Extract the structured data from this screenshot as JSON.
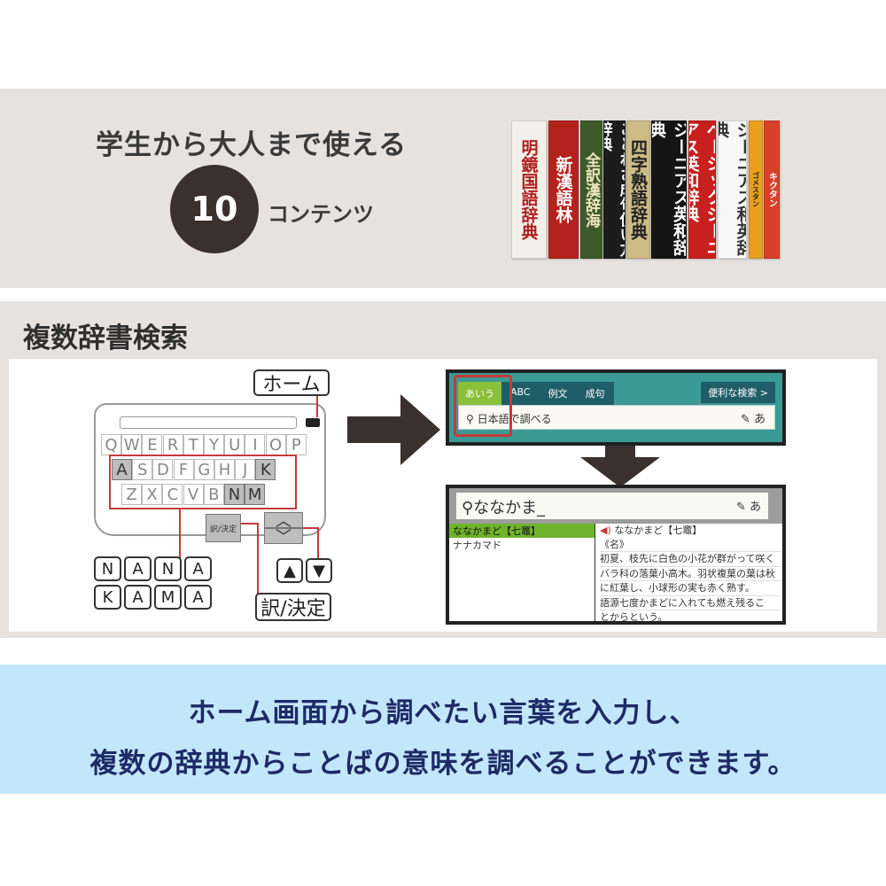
{
  "hero": {
    "headline": "学生から大人まで使える",
    "count": "10",
    "count_suffix": "コンテンツ"
  },
  "books": [
    {
      "title": "明鏡国語辞典",
      "bg": "#f3f0ea",
      "fg": "#b02020"
    },
    {
      "title": "新漢語林",
      "bg": "#b5211d",
      "fg": "#ffffff"
    },
    {
      "title": "全訳漢辞海",
      "bg": "#3f5a2a",
      "fg": "#f2e6c0"
    },
    {
      "title": "ことわざ成句使い方辞典",
      "bg": "#1c1c1c",
      "fg": "#ffffff"
    },
    {
      "title": "四字熟語辞典",
      "bg": "#cdbb86",
      "fg": "#222222"
    },
    {
      "title": "ジーニアス英和辞典",
      "bg": "#151515",
      "fg": "#ffffff"
    },
    {
      "title": "ベーシックジーニアス英和辞典",
      "bg": "#c8201e",
      "fg": "#ffffff"
    },
    {
      "title": "ジーニアス和英辞典",
      "bg": "#f7f7f7",
      "fg": "#333333"
    },
    {
      "title": "ゴメスタン",
      "bg": "#e8a01c",
      "fg": "#222222"
    },
    {
      "title": "キクタン",
      "bg": "#d9402a",
      "fg": "#ffffff"
    }
  ],
  "section": {
    "title": "複数辞書検索"
  },
  "keyboard": {
    "home_label": "ホーム",
    "row1": [
      "Q",
      "W",
      "E",
      "R",
      "T",
      "Y",
      "U",
      "I",
      "O",
      "P"
    ],
    "row2": [
      "A",
      "S",
      "D",
      "F",
      "G",
      "H",
      "J",
      "K"
    ],
    "row3": [
      "Z",
      "X",
      "C",
      "V",
      "B",
      "N",
      "M"
    ],
    "highlighted": [
      "A",
      "K",
      "N",
      "M"
    ],
    "input_keys_1": [
      "N",
      "A",
      "N",
      "A"
    ],
    "input_keys_2": [
      "K",
      "A",
      "M",
      "A"
    ],
    "arrow_keys": [
      "▲",
      "▼"
    ],
    "enter_label": "訳/決定"
  },
  "screen1": {
    "tabs": [
      "あいう",
      "ABC",
      "例文",
      "成句"
    ],
    "convenient_search": "便利な検索 >",
    "search_placeholder": "日本語で調べる"
  },
  "screen2": {
    "query": "ななかま_",
    "results": [
      "ななかまど【七竈】",
      "ナナカマド"
    ],
    "entry_head": "ななかまど【七竈】",
    "entry_lines": [
      "《名》",
      "初夏、枝先に白色の小花が群がって咲く",
      "バラ科の落葉小高木。羽状複葉の葉は秋",
      "に紅葉し、小球形の実も赤く熟す。",
      "語源七度かまどに入れても燃え残るこ",
      "とからという。"
    ]
  },
  "message": {
    "line1": "ホーム画面から調べたい言葉を入力し、",
    "line2": "複数の辞典からことばの意味を調べることができます。"
  },
  "colors": {
    "band": "#e6e2df",
    "blue_band": "#c2e7fa",
    "text_navy": "#1e2a66",
    "teal": "#3b9a94",
    "green_tab": "#8cbf3a",
    "red_outline": "#c63a3a"
  }
}
